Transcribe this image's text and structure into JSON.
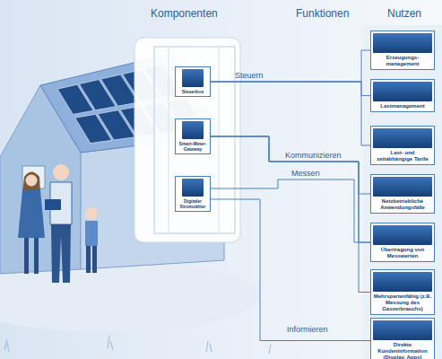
{
  "diagram": {
    "nodes": [
      {
        "text": [
          "Steuerbox"
        ]
      },
      {
        "text": [
          "Smart-Meter-Gateway"
        ]
      },
      {
        "text": [
          "Digitaler Stromzähler"
        ]
      },
      {
        "text": [
          "Erzeugungs- management"
        ]
      },
      {
        "text": [
          "Lastmanagement"
        ]
      },
      {
        "text": [
          "Last- und zeitabhängige Tarife"
        ]
      },
      {
        "text": [
          "Netzbetriebliche Anwendungsfälle"
        ]
      },
      {
        "text": [
          "Übertragung von Messwerten"
        ]
      },
      {
        "text": [
          "Mehrspartenfähig (z.B. Messung des Gasverbrauchs)"
        ]
      },
      {
        "text": [
          "Direkte Kundeninformation (Display, Apps)"
        ]
      }
    ],
    "edges": [
      {
        "from": 0,
        "to": 3,
        "arrow": "none"
      },
      {
        "from": 0,
        "to": 4,
        "arrow": "none",
        "label": "Steuern"
      },
      {
        "from": 0,
        "to": 5,
        "arrow": "none"
      },
      {
        "from": 1,
        "to": 6,
        "arrow": "none",
        "label": "Kommunizieren"
      },
      {
        "from": 1,
        "to": 7,
        "arrow": "none"
      },
      {
        "from": 1,
        "to": 8,
        "arrow": "none"
      },
      {
        "from": 2,
        "to": 7,
        "arrow": "none",
        "label": "Messen"
      },
      {
        "from": 2,
        "to": 9,
        "arrow": "none",
        "label": "Informieren"
      }
    ],
    "labels": [
      "Komponenten",
      "Funktionen",
      "Nutzen"
    ]
  }
}
